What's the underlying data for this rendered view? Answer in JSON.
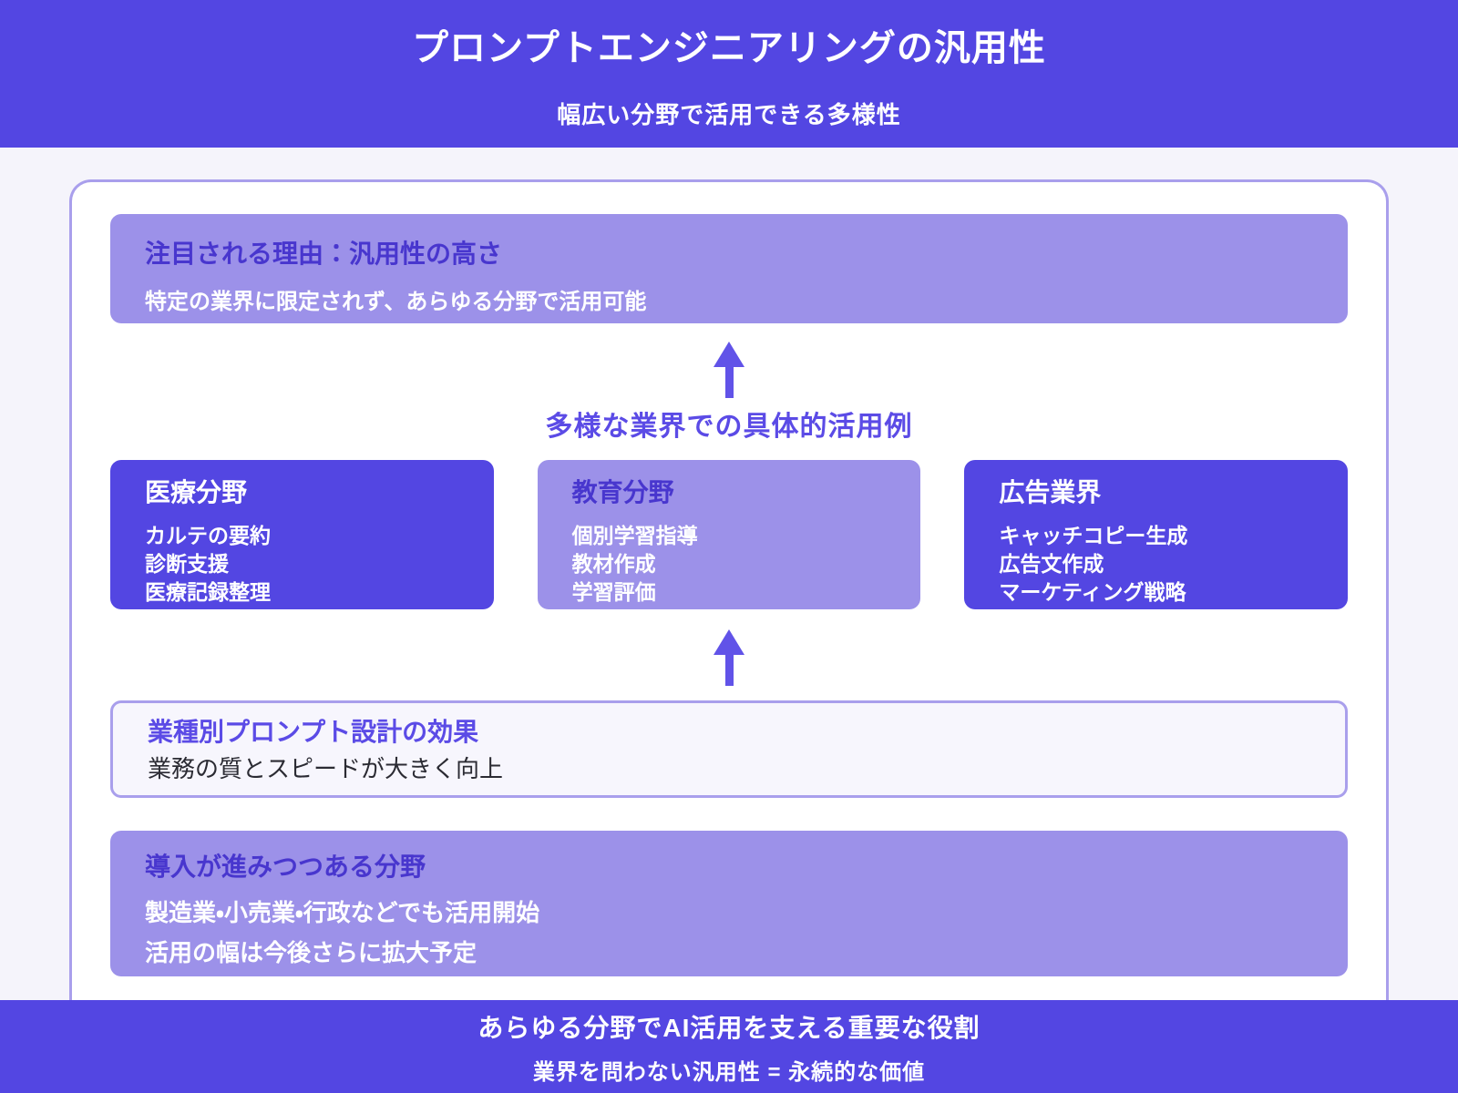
{
  "colors": {
    "primary": "#5346E2",
    "light_purple": "#9C91E9",
    "arrow": "#6153E8",
    "title_on_light": "#4836CE",
    "title_on_white": "#5B4BE6",
    "page_background": "#F5F4FB",
    "card_border": "#A99FEC",
    "dark_text": "#2B2B33"
  },
  "header": {
    "title": "プロンプトエンジニアリングの汎用性",
    "subtitle": "幅広い分野で活用できる多様性"
  },
  "main": {
    "notice": {
      "title": "注目される理由：汎用性の高さ",
      "subtitle": "特定の業界に限定されず、あらゆる分野で活用可能"
    },
    "flow_heading": "多様な業界での具体的活用例",
    "industries": [
      {
        "title": "医療分野",
        "variant": "dark",
        "items": [
          "カルテの要約",
          "診断支援",
          "医療記録整理"
        ]
      },
      {
        "title": "教育分野",
        "variant": "light",
        "items": [
          "個別学習指導",
          "教材作成",
          "学習評価"
        ]
      },
      {
        "title": "広告業界",
        "variant": "dark",
        "items": [
          "キャッチコピー生成",
          "広告文作成",
          "マーケティング戦略"
        ]
      }
    ],
    "effect": {
      "title": "業種別プロンプト設計の効果",
      "subtitle": "業務の質とスピードが大きく向上"
    },
    "adoption": {
      "title": "導入が進みつつある分野",
      "lines": [
        "製造業・小売業・行政などでも活用開始",
        "活用の幅は今後さらに拡大予定"
      ]
    }
  },
  "footer": {
    "line1": "あらゆる分野でAI活用を支える重要な役割",
    "line2": "業界を問わない汎用性 = 永続的な価値"
  }
}
